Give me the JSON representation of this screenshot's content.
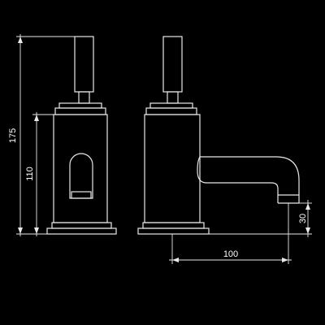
{
  "dimensions": {
    "total_height": "175",
    "body_height": "110",
    "spout_height": "30",
    "spout_reach": "100"
  },
  "colors": {
    "background": "#000000",
    "linework": "#e8e8e8",
    "text": "#ffffff"
  }
}
